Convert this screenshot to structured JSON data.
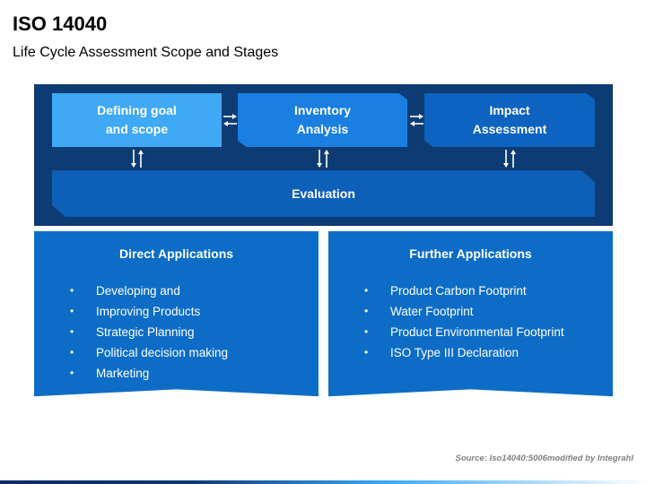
{
  "header": {
    "title": "ISO 14040",
    "subtitle": "Life Cycle Assessment Scope and Stages"
  },
  "stages": [
    {
      "label": "Defining goal\nand scope"
    },
    {
      "label": "Inventory\nAnalysis"
    },
    {
      "label": "Impact\nAssessment"
    }
  ],
  "evaluation": {
    "label": "Evaluation"
  },
  "direct_applications": {
    "heading": "Direct Applications",
    "items": [
      "Developing and",
      "Improving Products",
      "Strategic Planning",
      "Political decision making",
      "Marketing"
    ]
  },
  "further_applications": {
    "heading": "Further Applications",
    "items": [
      "Product Carbon Footprint",
      "Water Footprint",
      "Product Environmental Footprint",
      "ISO Type III Declaration"
    ]
  },
  "bullet_symbol": "•",
  "source": "Source: Iso14040:5006modified by Integrahl",
  "colors": {
    "panel_dark": "#0d3b73",
    "stage_light": "#3fa9f5",
    "stage_mid": "#1a7fe0",
    "stage_dark": "#0e62c0",
    "application_blue": "#0d6dc6"
  },
  "icons": [
    "bidirectional-horizontal-arrow-icon",
    "bidirectional-vertical-arrow-icon"
  ]
}
